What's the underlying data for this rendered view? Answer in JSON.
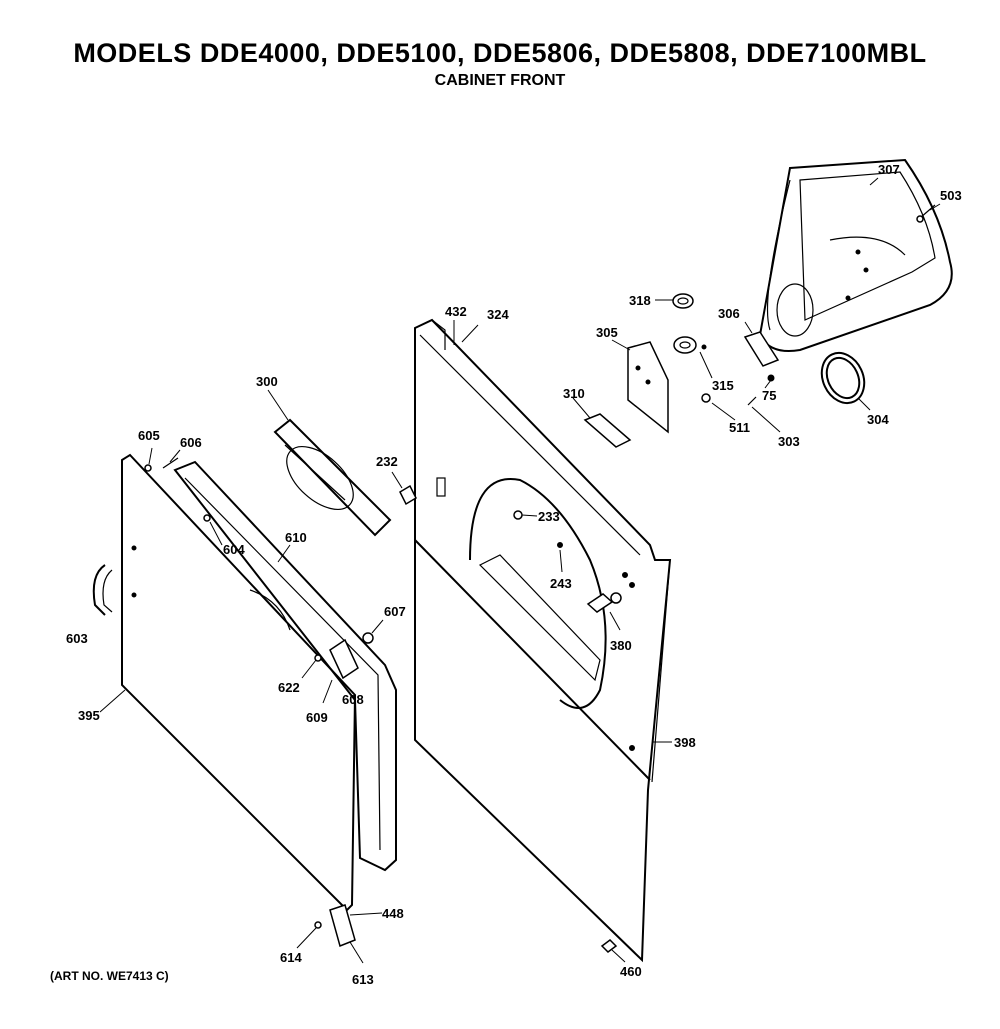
{
  "header": {
    "title": "MODELS DDE4000, DDE5100, DDE5806, DDE5808, DDE7100MBL",
    "subtitle": "CABINET FRONT"
  },
  "footer": {
    "art_number": "(ART NO. WE7413 C)"
  },
  "callouts": [
    {
      "id": "307",
      "label": "307"
    },
    {
      "id": "503",
      "label": "503"
    },
    {
      "id": "318",
      "label": "318"
    },
    {
      "id": "432",
      "label": "432"
    },
    {
      "id": "324",
      "label": "324"
    },
    {
      "id": "306",
      "label": "306"
    },
    {
      "id": "305",
      "label": "305"
    },
    {
      "id": "315",
      "label": "315"
    },
    {
      "id": "75",
      "label": "75"
    },
    {
      "id": "304",
      "label": "304"
    },
    {
      "id": "310",
      "label": "310"
    },
    {
      "id": "511",
      "label": "511"
    },
    {
      "id": "303",
      "label": "303"
    },
    {
      "id": "300",
      "label": "300"
    },
    {
      "id": "232",
      "label": "232"
    },
    {
      "id": "605",
      "label": "605"
    },
    {
      "id": "606",
      "label": "606"
    },
    {
      "id": "233",
      "label": "233"
    },
    {
      "id": "604",
      "label": "604"
    },
    {
      "id": "610",
      "label": "610"
    },
    {
      "id": "243",
      "label": "243"
    },
    {
      "id": "607",
      "label": "607"
    },
    {
      "id": "380",
      "label": "380"
    },
    {
      "id": "603",
      "label": "603"
    },
    {
      "id": "622",
      "label": "622"
    },
    {
      "id": "608",
      "label": "608"
    },
    {
      "id": "609",
      "label": "609"
    },
    {
      "id": "395",
      "label": "395"
    },
    {
      "id": "398",
      "label": "398"
    },
    {
      "id": "448",
      "label": "448"
    },
    {
      "id": "614",
      "label": "614"
    },
    {
      "id": "613",
      "label": "613"
    },
    {
      "id": "460",
      "label": "460"
    }
  ]
}
